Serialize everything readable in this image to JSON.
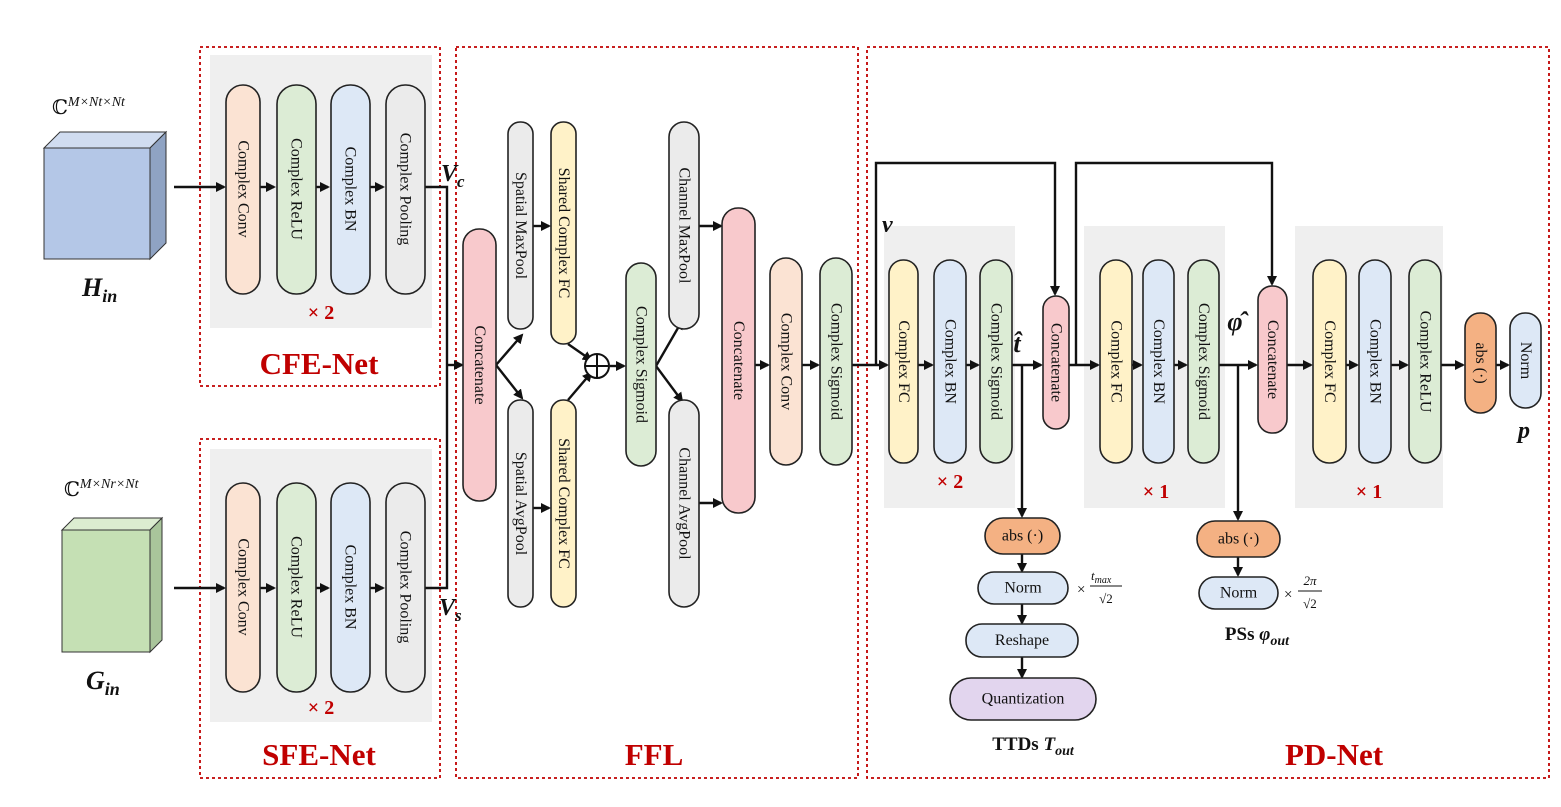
{
  "colors": {
    "orange": "#fbe3d3",
    "green": "#dcecd5",
    "blue": "#dde8f6",
    "gray": "#ebebeb",
    "yellow": "#fff2c8",
    "pink": "#f8c9cc",
    "salmon": "#f4b183",
    "lavender": "#e2d5ee",
    "panel": "#efefef",
    "section_border": "#c00000",
    "title_red": "#c00000",
    "cube_h": "#b4c7e7",
    "cube_g": "#c5e0b4"
  },
  "sections": {
    "cfe": {
      "title": "CFE-Net",
      "repeat": "× 2"
    },
    "sfe": {
      "title": "SFE-Net",
      "repeat": "× 2"
    },
    "ffl": {
      "title": "FFL"
    },
    "pd": {
      "title": "PD-Net",
      "repeat1": "× 2",
      "repeat2": "× 1",
      "repeat3": "× 1"
    }
  },
  "inputs": {
    "h_dim": "ℂ",
    "h_dim_sup": "M×Nt×Nt",
    "h_label": "H",
    "h_sub": "in",
    "g_dim": "ℂ",
    "g_dim_sup": "M×Nr×Nt",
    "g_label": "G",
    "g_sub": "in"
  },
  "symbols": {
    "vc": "V",
    "vc_sub": "c",
    "vs": "V",
    "vs_sub": "s",
    "v": "v",
    "t_hat": "t̂",
    "phi_hat": "φ̂",
    "p": "p"
  },
  "cfe_blocks": [
    "Complex Conv",
    "Complex ReLU",
    "Complex BN",
    "Complex Pooling"
  ],
  "sfe_blocks": [
    "Complex Conv",
    "Complex ReLU",
    "Complex BN",
    "Complex Pooling"
  ],
  "ffl_blocks": {
    "concat1": "Concatenate",
    "spatial_max": "Spatial MaxPool",
    "spatial_avg": "Spatial AvgPool",
    "shared_fc_top": "Shared Complex FC",
    "shared_fc_bottom": "Shared Complex FC",
    "plus": "+",
    "sigmoid1": "Complex Sigmoid",
    "channel_max": "Channel MaxPool",
    "channel_avg": "Channel AvgPool",
    "concat2": "Concatenate",
    "conv": "Complex Conv",
    "sigmoid2": "Complex Sigmoid"
  },
  "pd_blocks": {
    "g1": [
      "Complex FC",
      "Complex BN",
      "Complex Sigmoid"
    ],
    "concat1": "Concatenate",
    "g2": [
      "Complex FC",
      "Complex BN",
      "Complex Sigmoid"
    ],
    "concat2": "Concatenate",
    "g3": [
      "Complex FC",
      "Complex BN",
      "Complex ReLU"
    ],
    "abs": "abs (·)",
    "norm": "Norm"
  },
  "ttd_branch": {
    "abs": "abs (·)",
    "norm": "Norm",
    "scale_prefix": "×",
    "scale_num": "t",
    "scale_num_sub": "max",
    "scale_den": "√2",
    "reshape": "Reshape",
    "quant": "Quantization",
    "output": "TTDs",
    "output_sym": "T",
    "output_sub": "out"
  },
  "ps_branch": {
    "abs": "abs (·)",
    "norm": "Norm",
    "scale_prefix": "×",
    "scale_num": "2π",
    "scale_den": "√2",
    "output": "PSs",
    "output_sym": "φ",
    "output_sub": "out"
  }
}
